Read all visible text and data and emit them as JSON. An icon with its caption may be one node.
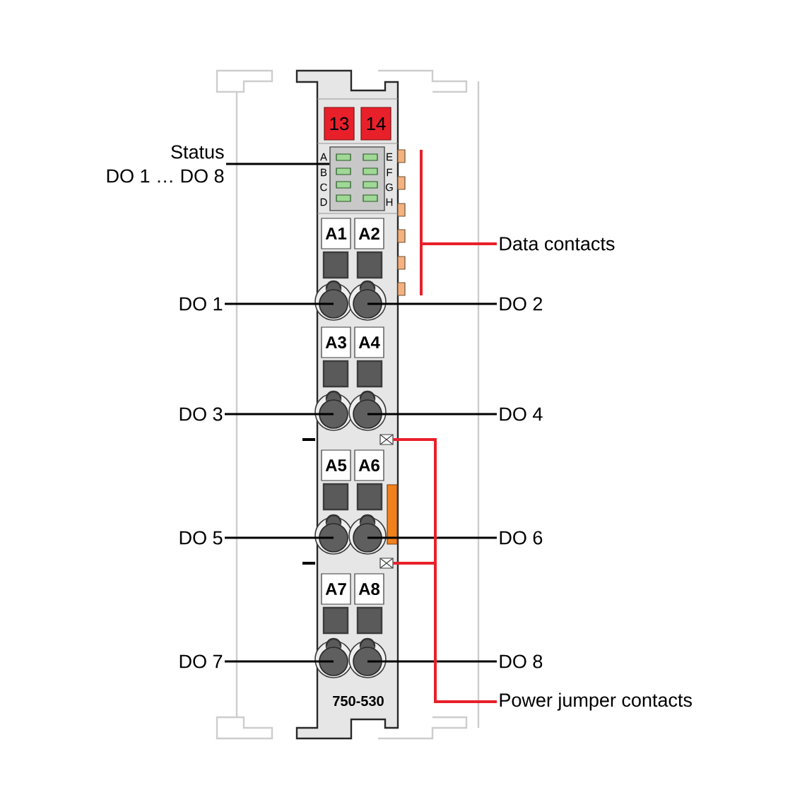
{
  "diagram": {
    "nodes": [
      {
        "text": [
          "Status",
          "DO 1 … DO 8"
        ]
      },
      {
        "text": [],
        "shape": "box"
      },
      {
        "text": [
          "13"
        ]
      },
      {
        "text": [
          "14"
        ]
      },
      {
        "text": [
          "Data contacts"
        ]
      },
      {
        "text": [
          "A1"
        ]
      },
      {
        "text": [
          "A2"
        ]
      },
      {
        "text": [
          "DO 1"
        ]
      },
      {
        "text": [],
        "shape": "circle"
      },
      {
        "text": [],
        "shape": "circle"
      },
      {
        "text": [
          "DO 2"
        ]
      },
      {
        "text": [
          "A3"
        ]
      },
      {
        "text": [
          "A4"
        ]
      },
      {
        "text": [
          "DO 3"
        ]
      },
      {
        "text": [],
        "shape": "circle"
      },
      {
        "text": [],
        "shape": "circle"
      },
      {
        "text": [
          "DO 4"
        ]
      },
      {
        "text": [
          "A5"
        ]
      },
      {
        "text": [
          "A6"
        ]
      },
      {
        "text": [
          "DO 5"
        ]
      },
      {
        "text": [],
        "shape": "circle"
      },
      {
        "text": [],
        "shape": "circle"
      },
      {
        "text": [
          "DO 6"
        ]
      },
      {
        "text": [
          "A7"
        ]
      },
      {
        "text": [
          "A8"
        ]
      },
      {
        "text": [
          "DO 7"
        ]
      },
      {
        "text": [],
        "shape": "circle"
      },
      {
        "text": [],
        "shape": "circle"
      },
      {
        "text": [
          "DO 8"
        ]
      },
      {
        "text": [
          "Power jumper contacts"
        ]
      },
      {
        "text": [],
        "shape": "box"
      },
      {
        "text": [],
        "shape": "box"
      }
    ],
    "edges": [
      {
        "from": 0,
        "to": 1,
        "arrow": "none"
      },
      {
        "from": 4,
        "to": null,
        "arrow": "none",
        "color": "#e8202a"
      },
      {
        "from": 7,
        "to": 8,
        "arrow": "none"
      },
      {
        "from": 10,
        "to": 9,
        "arrow": "none"
      },
      {
        "from": 13,
        "to": 14,
        "arrow": "none"
      },
      {
        "from": 16,
        "to": 15,
        "arrow": "none"
      },
      {
        "from": 19,
        "to": 20,
        "arrow": "none"
      },
      {
        "from": 22,
        "to": 21,
        "arrow": "none"
      },
      {
        "from": 25,
        "to": 26,
        "arrow": "none"
      },
      {
        "from": 28,
        "to": 27,
        "arrow": "none"
      },
      {
        "from": 29,
        "to": 30,
        "arrow": "none",
        "color": "#e8202a"
      },
      {
        "from": 29,
        "to": 31,
        "arrow": "none",
        "color": "#e8202a"
      }
    ],
    "labels": [
      "A",
      "E",
      "B",
      "F",
      "C",
      "G",
      "D",
      "H",
      "750-530"
    ]
  }
}
